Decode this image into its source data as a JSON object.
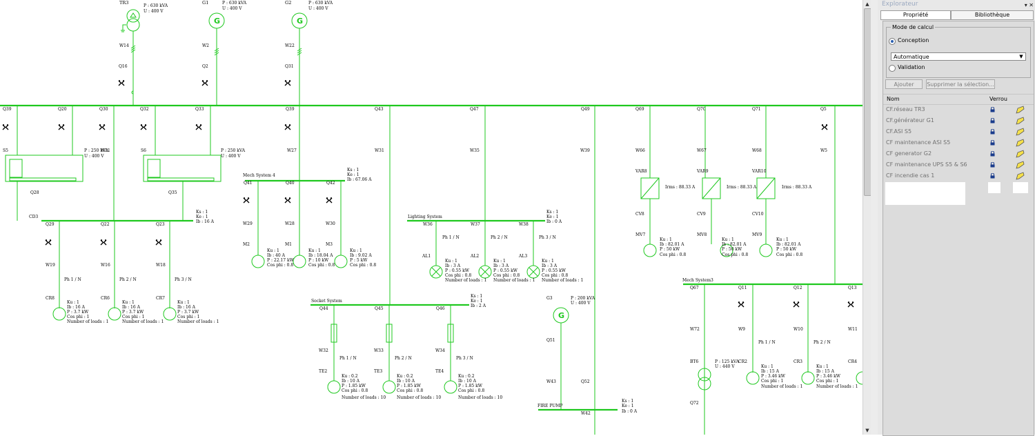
{
  "diagram": {
    "title_main": "AIN DISTRIBUTION PANEL",
    "labels": {
      "TR3": "TR3",
      "TR3_P": "P : 630 kVA",
      "TR3_U": "U : 400 V",
      "G1": "G1",
      "G1_P": "P : 630 kVA",
      "G1_U": "U : 400 V",
      "G2": "G2",
      "G2_P": "P : 630 kVA",
      "G2_U": "U : 400 V",
      "W14": "W14",
      "W2": "W2",
      "W22": "W22",
      "Q16": "Q16",
      "Q2": "Q2",
      "Q31": "Q31",
      "Q39": "Q39",
      "Q20": "Q20",
      "Q30": "Q30",
      "Q32": "Q32",
      "Q33": "Q33",
      "Q39b": "Q39",
      "Q43": "Q43",
      "Q47": "Q47",
      "Q49": "Q49",
      "Q69": "Q69",
      "Q70": "Q70",
      "Q71": "Q71",
      "Q5": "Q5",
      "S5": "S5",
      "S5_P": "P : 250 kVA",
      "S5_U": "U : 400 V",
      "W21": "W21",
      "S6": "S6",
      "S6_P": "P : 250 kVA",
      "S6_U": "U : 400 V",
      "Q28": "Q28",
      "Q35": "Q35",
      "CD3": "CD3",
      "W27": "W27",
      "W31": "W31",
      "W35": "W35",
      "W39": "W39",
      "W66": "W66",
      "W67": "W67",
      "W68": "W68",
      "W5": "W5",
      "VAR8": "VAR8",
      "VAR9": "VAR9",
      "VAR10": "VAR10",
      "Irms": "Irms : 88.33 A",
      "CV8": "CV8",
      "CV9": "CV9",
      "CV10": "CV10",
      "MV7": "MV7",
      "MV8": "MV8",
      "MV9": "MV9",
      "mv_ku": "Ku : 1",
      "mv_ib": "Ib : 82.01 A",
      "mv_p": "P : 50 kW",
      "mv_cos": "Cos phi : 0.8",
      "CD3_ks": "Ks : 1",
      "CD3_ke": "Ke : 1",
      "CD3_ib": "Ib : 16 A",
      "Q29": "Q29",
      "Q22": "Q22",
      "Q23": "Q23",
      "W19": "W19",
      "W16": "W16",
      "W18": "W18",
      "ph1": "Ph 1 / N",
      "ph2": "Ph 2 / N",
      "ph3": "Ph 3 / N",
      "CR8": "CR8",
      "CR6": "CR6",
      "CR7": "CR7",
      "cr_ku": "Ku : 1",
      "cr_ib": "Ib : 16 A",
      "cr_p": "P : 3.7 kW",
      "cr_cos": "Cos phi : 1",
      "cr_n": "Number of loads : 1",
      "mech4": "Mech System 4",
      "mech4_ks": "Ks : 1",
      "mech4_ke": "Ke : 1",
      "mech4_ib": "Ib : 67.06 A",
      "Q41": "Q41",
      "Q40": "Q40",
      "Q42": "Q42",
      "W29": "W29",
      "W28": "W28",
      "W30": "W30",
      "M2": "M2",
      "M1": "M1",
      "M3": "M3",
      "m2_ku": "Ku : 1",
      "m2_ib": "Ib : 40 A",
      "m2_p": "P : 22.17 kW",
      "m2_cos": "Cos phi : 0.8",
      "m1_ku": "Ku : 1",
      "m1_ib": "Ib : 18.04 A",
      "m1_p": "P : 10 kW",
      "m1_cos": "Cos phi : 0.8",
      "m3_ku": "Ku : 1",
      "m3_ib": "Ib : 9.02 A",
      "m3_p": "P : 5 kW",
      "m3_cos": "Cos phi : 0.8",
      "light": "Lighting System",
      "light_ks": "Ks : 1",
      "light_ke": "Ke : 1",
      "light_ib": "Ib : 0 A",
      "W36": "W36",
      "W37": "W37",
      "W38": "W38",
      "AL1": "AL1",
      "AL2": "AL2",
      "AL3": "AL3",
      "al_ku": "Ku : 1",
      "al_ib": "Ib : 3 A",
      "al_p": "P : 0.55 kW",
      "al_cos": "Cos phi : 0.8",
      "al_n": "Number of loads : 1",
      "sock": "Socket System",
      "sock_ks": "Ks : 1",
      "sock_ke": "Ke : 1",
      "sock_ib": "Ib : 2 A",
      "Q44": "Q44",
      "Q45": "Q45",
      "Q46": "Q46",
      "W32": "W32",
      "W33": "W33",
      "W34": "W34",
      "TE2": "TE2",
      "TE3": "TE3",
      "TE4": "TE4",
      "te_ku": "Ku : 0.2",
      "te_ib": "Ib : 10 A",
      "te_p": "P : 1.85 kW",
      "te_cos": "Cos phi : 0.8",
      "te_n": "Number of loads : 10",
      "G3": "G3",
      "G3_P": "P : 200 kVA",
      "G3_U": "U : 400 V",
      "Q51": "Q51",
      "W43": "W43",
      "Q52": "Q52",
      "fire": "FIRE PUMP",
      "fire_ks": "Ks : 1",
      "fire_ke": "Ke : 1",
      "fire_ib": "Ib : 0 A",
      "W42": "W42",
      "mech3": "Mech System3",
      "Q67": "Q67",
      "Q11": "Q11",
      "Q12": "Q12",
      "Q13": "Q13",
      "W72": "W72",
      "W9": "W9",
      "W10": "W10",
      "W11": "W11",
      "BT6": "BT6",
      "BT6_P": "P : 125 kVA",
      "BT6_U": "U : 440 V",
      "CR2": "CR2",
      "CR3": "CR3",
      "CR4": "CR4",
      "Q72": "Q72",
      "cr2_ku": "Ku : 1",
      "cr2_ib": "Ib : 15 A",
      "cr2_p": "P : 3.46 kW",
      "cr2_cos": "Cos phi : 1",
      "cr2_n": "Number of loads : 1"
    }
  },
  "panel": {
    "title": "Explorateur",
    "tabs": [
      "Propriété",
      "Bibliothèque"
    ],
    "mode_title": "Mode de calcul",
    "radio_conception": "Conception",
    "select_value": "Automatique",
    "radio_validation": "Validation",
    "btn_add": "Ajouter",
    "btn_delete": "Supprimer la sélection...",
    "col_name": "Nom",
    "col_lock": "Verrou",
    "rows": [
      "CF.réseau TR3",
      "CF.générateur G1",
      "CF.ASI S5",
      "CF maintenance ASI S5",
      "CF generator G2",
      "CF maintenance UPS S5  & S6",
      "CF incendie cas 1"
    ]
  }
}
